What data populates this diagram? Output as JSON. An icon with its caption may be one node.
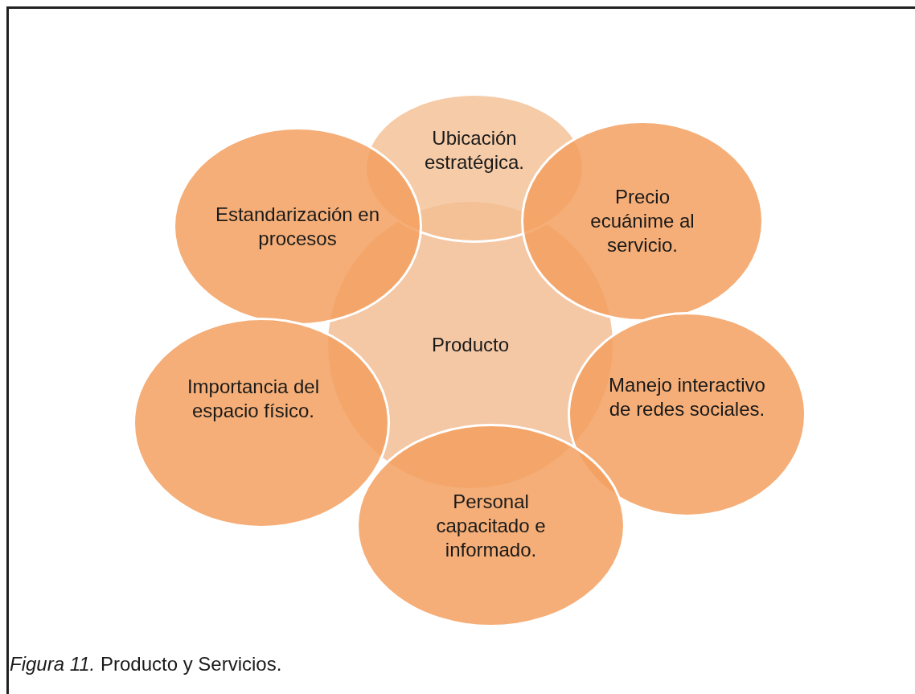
{
  "diagram": {
    "caption": "*Figura 11.* Producto y Servicios.",
    "nodes": [
      {
        "text": [
          "Producto"
        ]
      },
      {
        "text": [
          "Ubicación estratégica."
        ]
      },
      {
        "text": [
          "Precio ecuánime al servicio."
        ]
      },
      {
        "text": [
          "Estandarización en procesos"
        ]
      },
      {
        "text": [
          "Manejo interactivo de redes sociales."
        ]
      },
      {
        "text": [
          "Importancia del espacio físico."
        ]
      },
      {
        "text": [
          "Personal capacitado e informado."
        ]
      }
    ]
  }
}
